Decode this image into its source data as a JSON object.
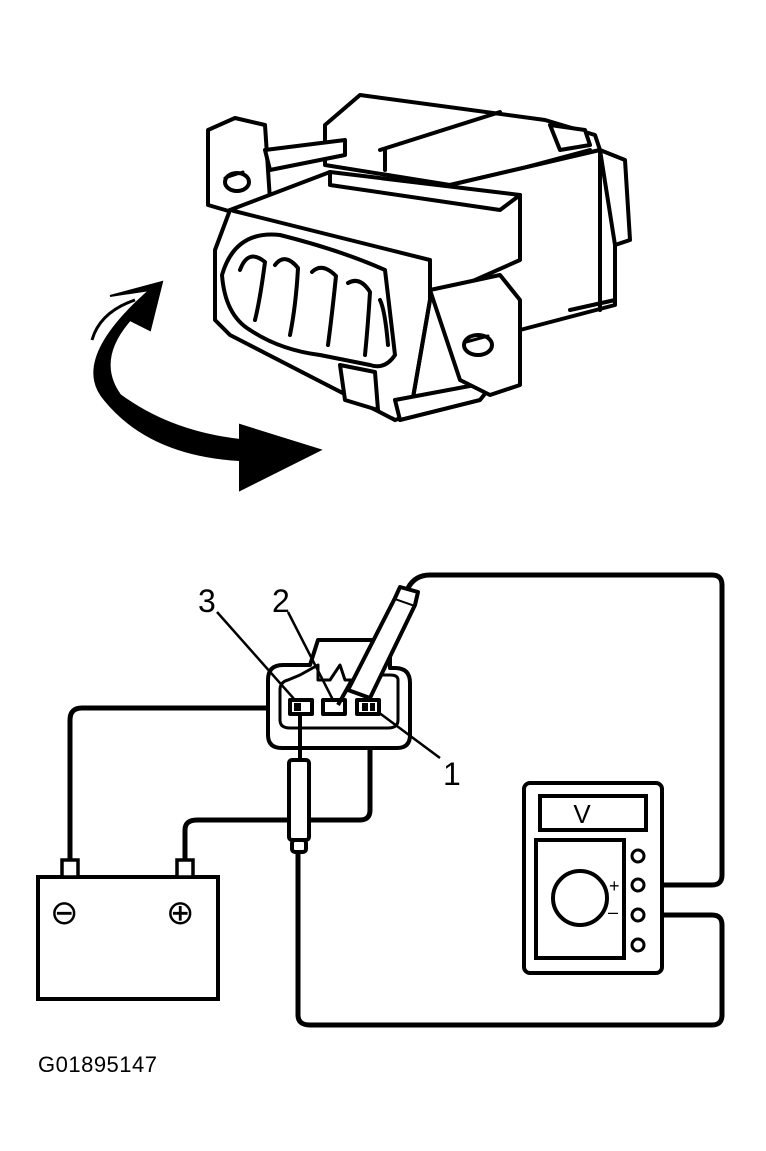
{
  "figure_id": "G01895147",
  "connector": {
    "terminals": [
      {
        "number": "3"
      },
      {
        "number": "2"
      },
      {
        "number": "1"
      }
    ]
  },
  "meter": {
    "display": "V",
    "plus": "+",
    "minus": "–"
  },
  "battery": {
    "negative": "⊖",
    "positive": "⊕"
  }
}
